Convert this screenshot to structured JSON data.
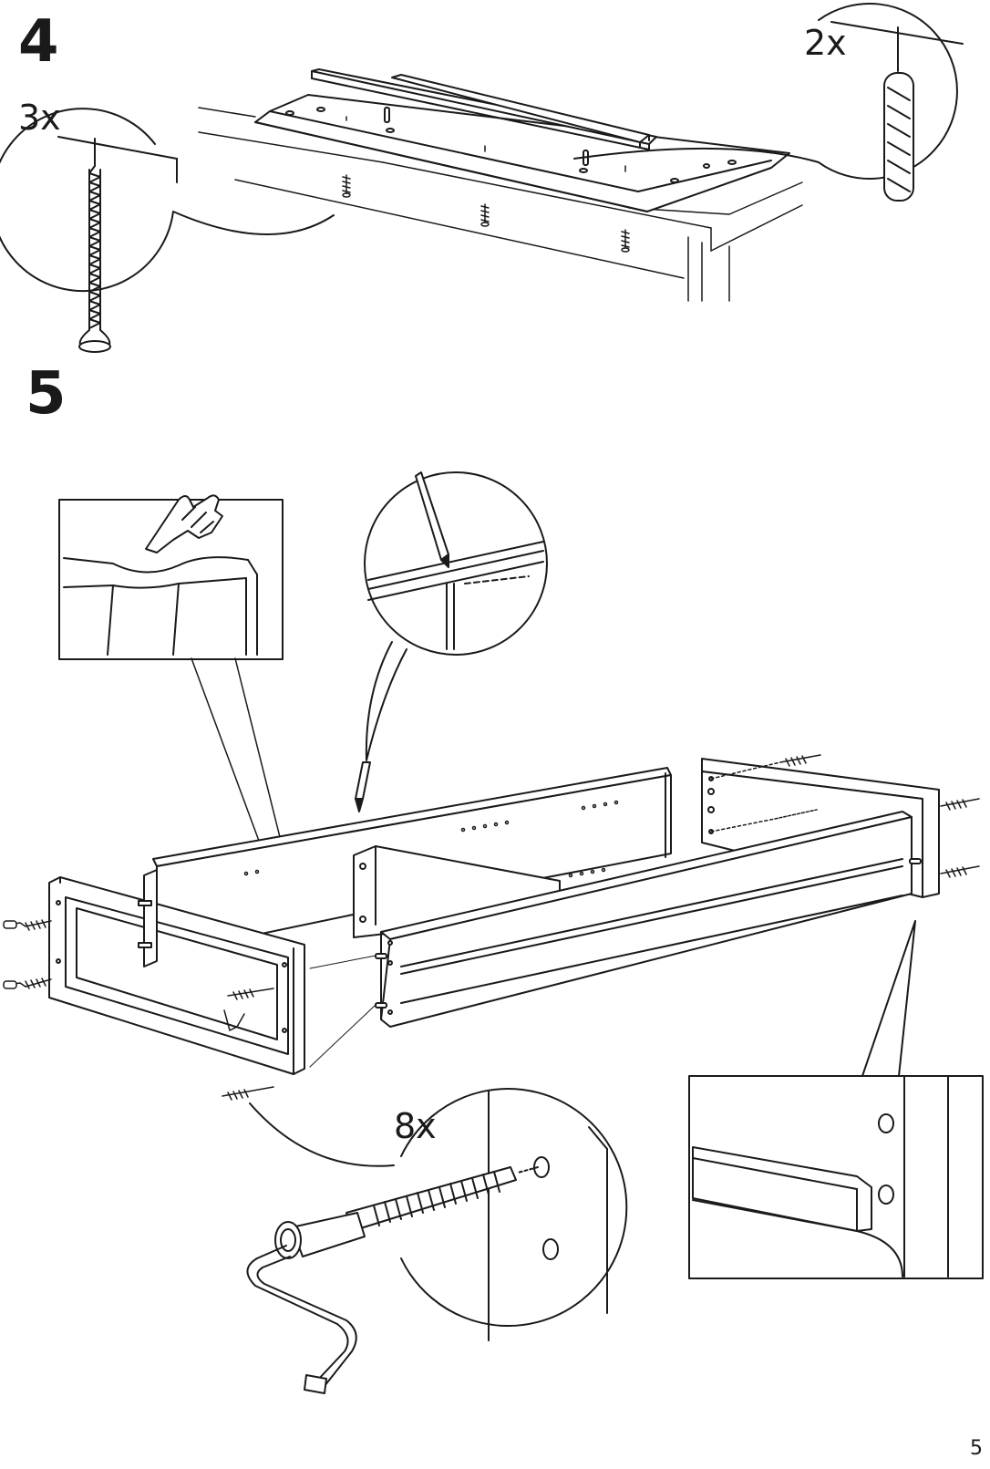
{
  "steps": {
    "step4": {
      "number": "4",
      "screw_quantity": "3x",
      "dowel_quantity": "2x"
    },
    "step5": {
      "number": "5",
      "cam_bolt_quantity": "8x"
    }
  },
  "page_number": "5",
  "icons": [
    "screw-icon",
    "dowel-icon",
    "finger-touch-icon",
    "pencil-icon",
    "allen-key-icon",
    "cam-bolt-icon"
  ],
  "colors": {
    "ink": "#1a1a1a",
    "paper": "#ffffff"
  }
}
